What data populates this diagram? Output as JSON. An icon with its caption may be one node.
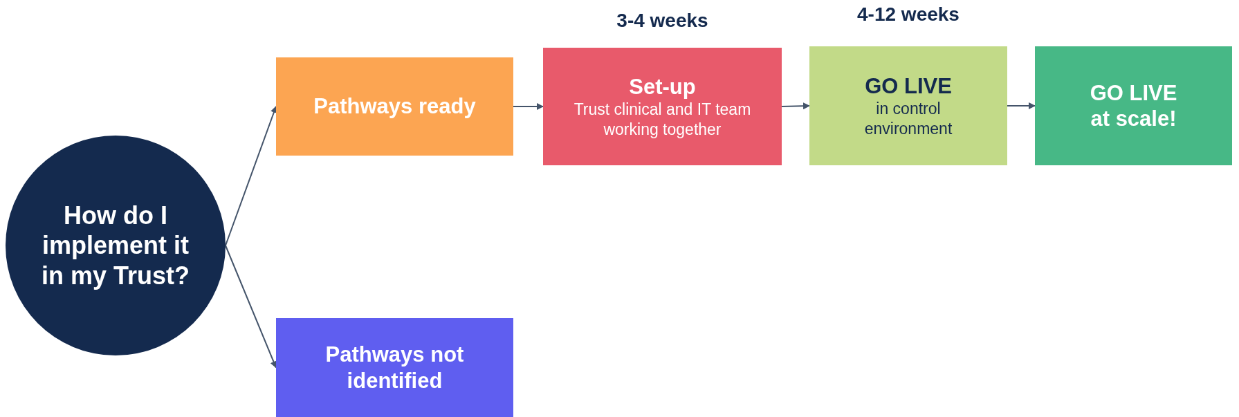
{
  "diagram": {
    "nodes": [
      {
        "text": [
          "How do I implement it in my Trust?"
        ]
      },
      {
        "text": [
          "Pathways ready"
        ]
      },
      {
        "text": [
          "Set-up",
          "Trust clinical and IT team working together"
        ],
        "beside": [
          "3-4 weeks"
        ]
      },
      {
        "text": [
          "GO LIVE",
          "in control environment"
        ],
        "beside": [
          "4-12 weeks"
        ]
      },
      {
        "text": [
          "GO LIVE at scale!"
        ]
      },
      {
        "text": [
          "Pathways not identified"
        ]
      }
    ],
    "edges": [
      {
        "from": 0,
        "to": 1,
        "arrow": "to"
      },
      {
        "from": 0,
        "to": 5,
        "arrow": "to"
      },
      {
        "from": 1,
        "to": 2,
        "arrow": "to"
      },
      {
        "from": 2,
        "to": 3,
        "arrow": "to"
      },
      {
        "from": 3,
        "to": 4,
        "arrow": "to"
      }
    ]
  }
}
